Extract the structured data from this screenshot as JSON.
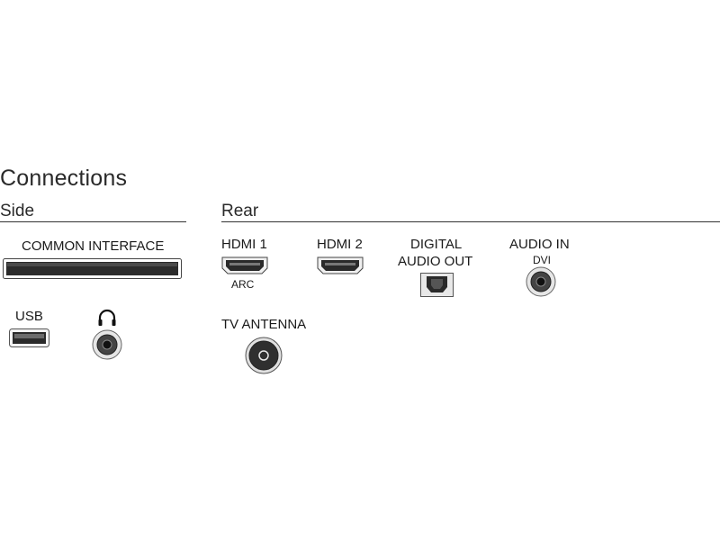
{
  "title": "Connections",
  "side": {
    "heading": "Side",
    "common_interface": "COMMON INTERFACE",
    "usb": "USB"
  },
  "rear": {
    "heading": "Rear",
    "hdmi1": "HDMI 1",
    "hdmi1_sub": "ARC",
    "hdmi2": "HDMI 2",
    "digital_audio_out_line1": "DIGITAL",
    "digital_audio_out_line2": "AUDIO OUT",
    "audio_in": "AUDIO IN",
    "audio_in_sub": "DVI",
    "tv_antenna": "TV ANTENNA"
  },
  "icons": {
    "ci_slot": "common-interface-slot-icon",
    "usb": "usb-port-icon",
    "headphones": "headphones-icon",
    "headphone_jack": "headphone-jack-icon",
    "hdmi1": "hdmi-port-icon",
    "hdmi2": "hdmi-port-icon",
    "optical": "optical-port-icon",
    "audio_jack": "audio-jack-icon",
    "antenna": "antenna-port-icon"
  }
}
